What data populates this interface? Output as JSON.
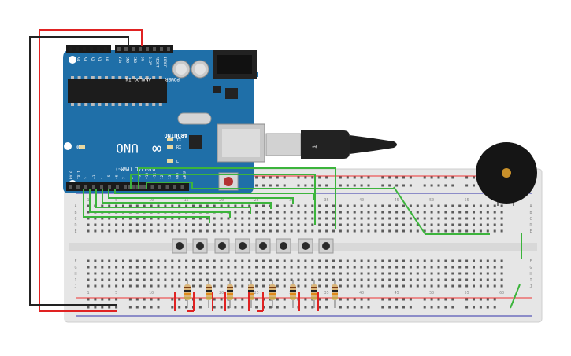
{
  "arduino": {
    "brand": "ARDUINO",
    "model": "UNO",
    "logo_symbol": "∞",
    "power_label": "POWER",
    "analog_label": "ANALOG IN",
    "digital_label": "DIGITAL (PWM~)",
    "analog_pins": [
      "A0",
      "A1",
      "A2",
      "A3",
      "A4",
      "A5"
    ],
    "power_pins": [
      "IOREF",
      "RESET",
      "3.3V",
      "5V",
      "GND",
      "GND",
      "Vin"
    ],
    "digital_pins": [
      "AREF",
      "GND",
      "13",
      "12",
      "~11",
      "~10",
      "~9",
      "8",
      "7",
      "~6",
      "~5",
      "4",
      "~3",
      "2",
      "TX 1",
      "RX 0"
    ],
    "on_label": "ON",
    "tx_label": "TX",
    "rx_label": "RX",
    "l_label": "L"
  },
  "breadboard": {
    "row_letters_top": [
      "A",
      "B",
      "C",
      "D",
      "E"
    ],
    "row_letters_bottom": [
      "F",
      "G",
      "H",
      "I",
      "J"
    ],
    "column_numbers": [
      "1",
      "5",
      "10",
      "15",
      "20",
      "25",
      "30",
      "35",
      "40",
      "45",
      "50",
      "55",
      "60"
    ],
    "columns": 60
  },
  "components": {
    "pushbuttons": 8,
    "resistors": 8,
    "buzzer": 1
  },
  "colors": {
    "board": "#1f6fa8",
    "wire_green": "#3cb43c",
    "wire_red": "#e02222",
    "wire_black": "#222222",
    "breadboard": "#e9e9e9",
    "buzzer_center": "#c8902a"
  }
}
